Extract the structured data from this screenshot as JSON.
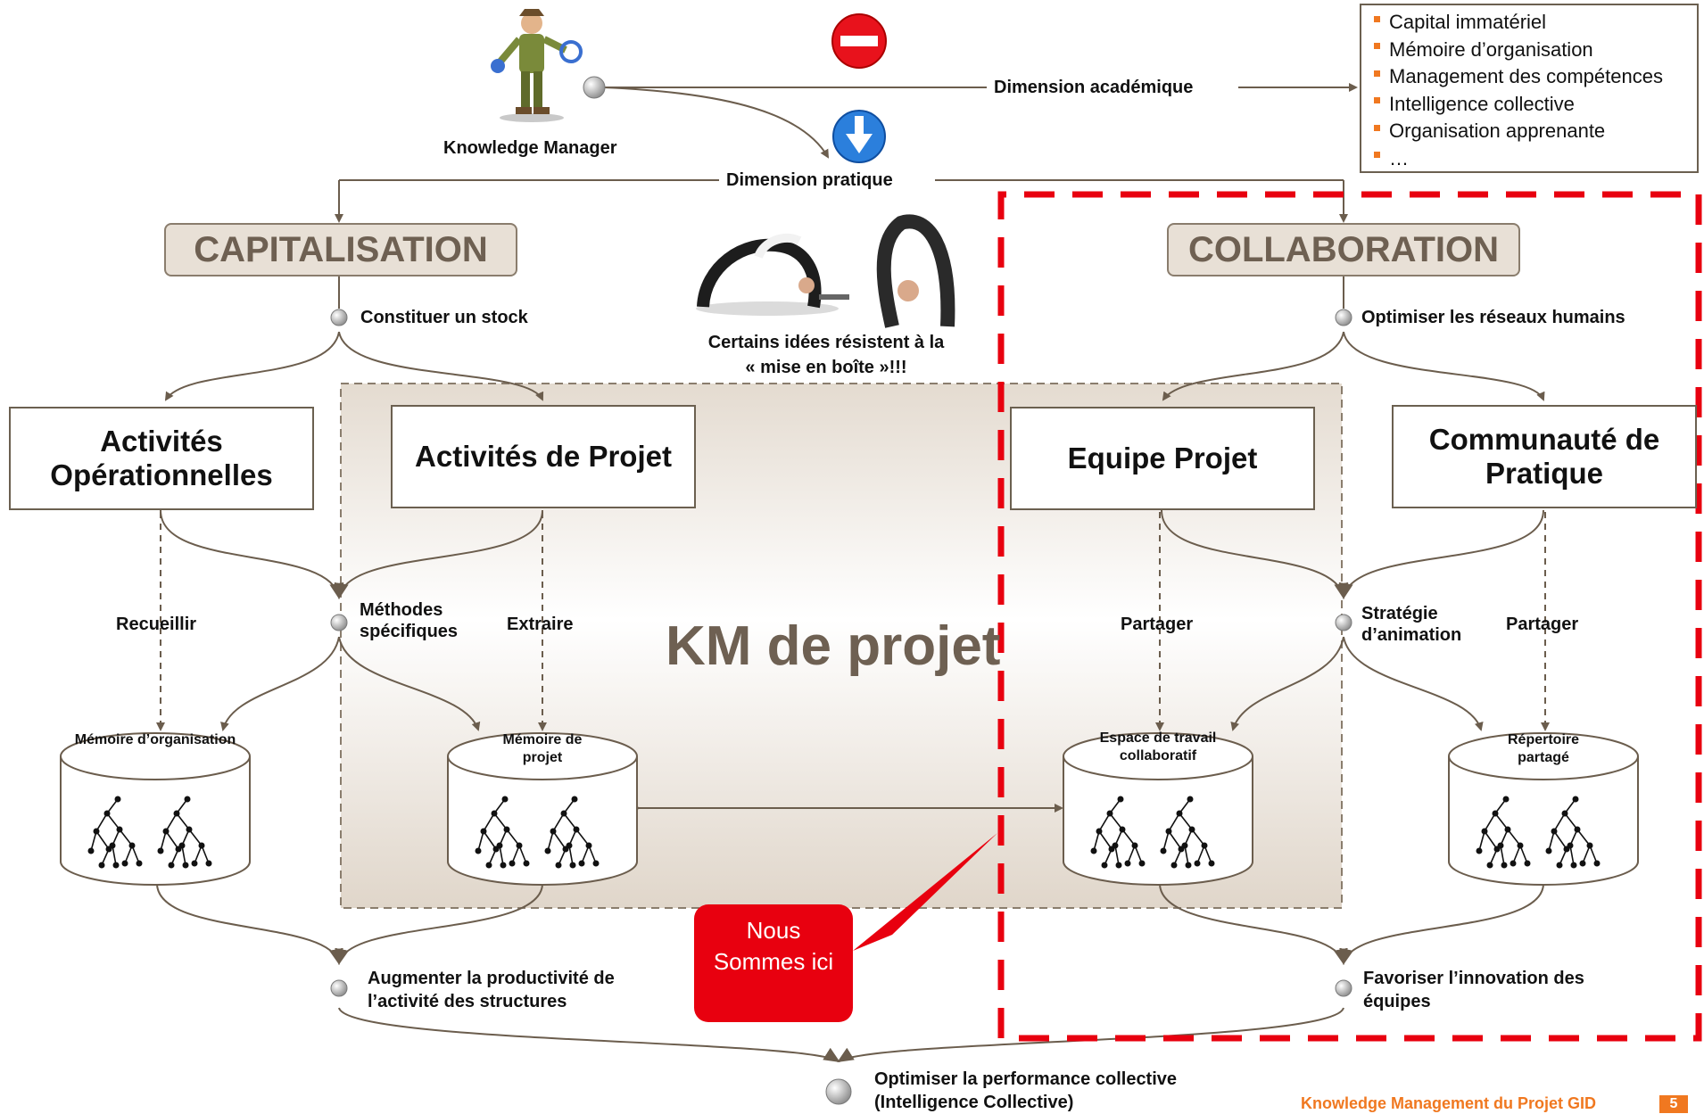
{
  "km_manager": {
    "label": "Knowledge Manager"
  },
  "dimensions": {
    "academic": "Dimension académique",
    "practical": "Dimension pratique"
  },
  "legend_items": [
    "Capital immatériel",
    "Mémoire d’organisation",
    "Management des compétences",
    "Intelligence collective",
    "Organisation apprenante",
    "…"
  ],
  "capitalisation": {
    "title": "CAPITALISATION",
    "goal": "Constituer un stock",
    "box_left": "Activités Opérationnelles",
    "box_right": "Activités de Projet",
    "verb_left": "Recueillir",
    "verb_right": "Extraire",
    "method": "Méthodes spécifiques",
    "cyl_left": "Mémoire d’organisation",
    "cyl_right": "Mémoire de projet",
    "outcome": "Augmenter la productivité de l’activité des structures"
  },
  "collaboration": {
    "title": "COLLABORATION",
    "goal": "Optimiser les réseaux humains",
    "box_left": "Equipe Projet",
    "box_right": "Communauté de Pratique",
    "verb_left": "Partager",
    "verb_right": "Partager",
    "method": "Stratégie d’animation",
    "cyl_left": "Espace de travail collaboratif",
    "cyl_right": "Répertoire partagé",
    "outcome": "Favoriser l’innovation des équipes"
  },
  "quote": "Certains idées résistent à la « mise en boîte »!!!",
  "center_title": "KM de projet",
  "callout": "Nous Sommes ici",
  "final": "Optimiser la performance collective (Intelligence Collective)",
  "footer": {
    "title": "Knowledge Management du Projet GID",
    "page": "5"
  },
  "colors": {
    "arrow": "#6b5d4d",
    "accent_red": "#e8000f",
    "orange": "#f07820",
    "pill_bg": "#e8e0d6",
    "panel_bg": "#e2d8cc"
  }
}
